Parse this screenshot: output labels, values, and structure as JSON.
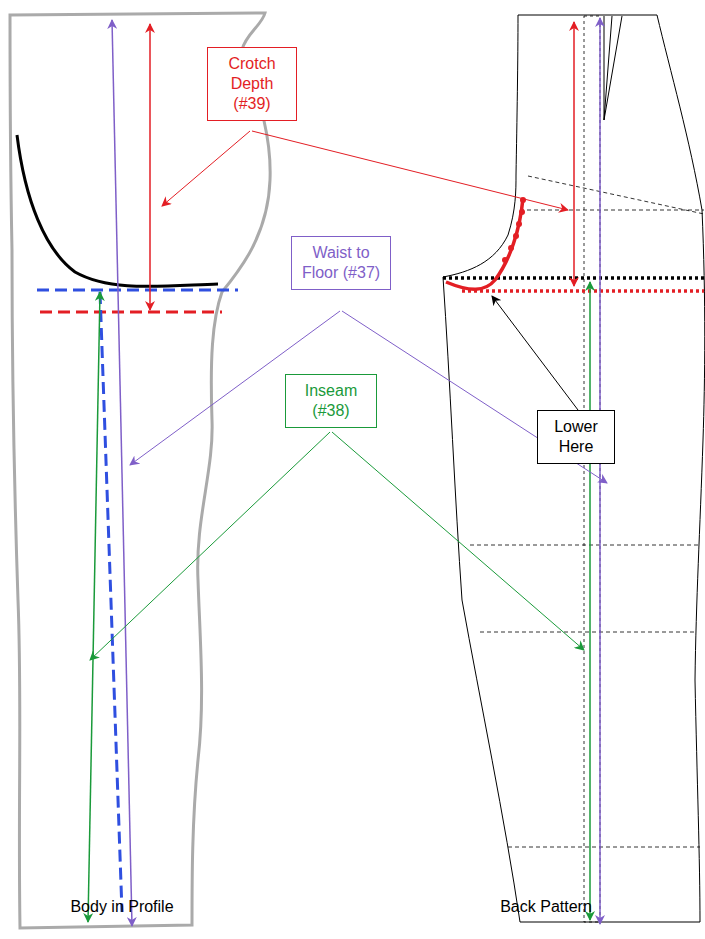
{
  "diagram": {
    "nodes": [
      {
        "text": [
          "Crotch Depth (#39)"
        ]
      },
      {
        "text": [
          "Waist to Floor (#37)"
        ]
      },
      {
        "text": [
          "Lower Here"
        ]
      },
      {
        "text": [
          "Inseam (#38)"
        ]
      }
    ],
    "labels": [
      "Body in Profile",
      "Back Pattern"
    ]
  }
}
